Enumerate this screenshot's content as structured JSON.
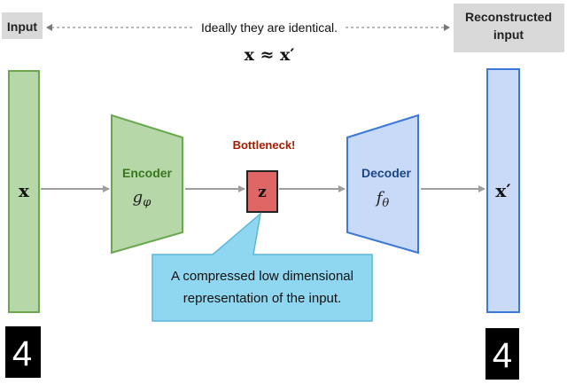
{
  "top": {
    "input_label": "Input",
    "reconstructed_label_line1": "Reconstructed",
    "reconstructed_label_line2": "input",
    "identical_note": "Ideally they are identical.",
    "approx_formula": "x ≈ x′"
  },
  "nodes": {
    "input_symbol": "x",
    "encoder_title": "Encoder",
    "encoder_fn_main": "g",
    "encoder_fn_sub": "φ",
    "bottleneck_title": "Bottleneck!",
    "latent_symbol": "z",
    "decoder_title": "Decoder",
    "decoder_fn_main": "f",
    "decoder_fn_sub": "θ",
    "output_symbol": "x′"
  },
  "callout": {
    "line1": "A compressed low dimensional",
    "line2": "representation of the input."
  },
  "digits": {
    "input_digit": "4",
    "output_digit": "4"
  },
  "colors": {
    "input_fill": "#b6d7a8",
    "input_stroke": "#6aa84f",
    "encoder_title": "#38761d",
    "bottleneck_fill": "#e06666",
    "bottleneck_title": "#a61c00",
    "decoder_fill": "#c9daf8",
    "decoder_stroke": "#3c78d8",
    "decoder_title": "#1c4587",
    "callout_fill": "#8fd6f0",
    "label_box": "#d9d9d9",
    "arrow": "#9e9e9e"
  }
}
